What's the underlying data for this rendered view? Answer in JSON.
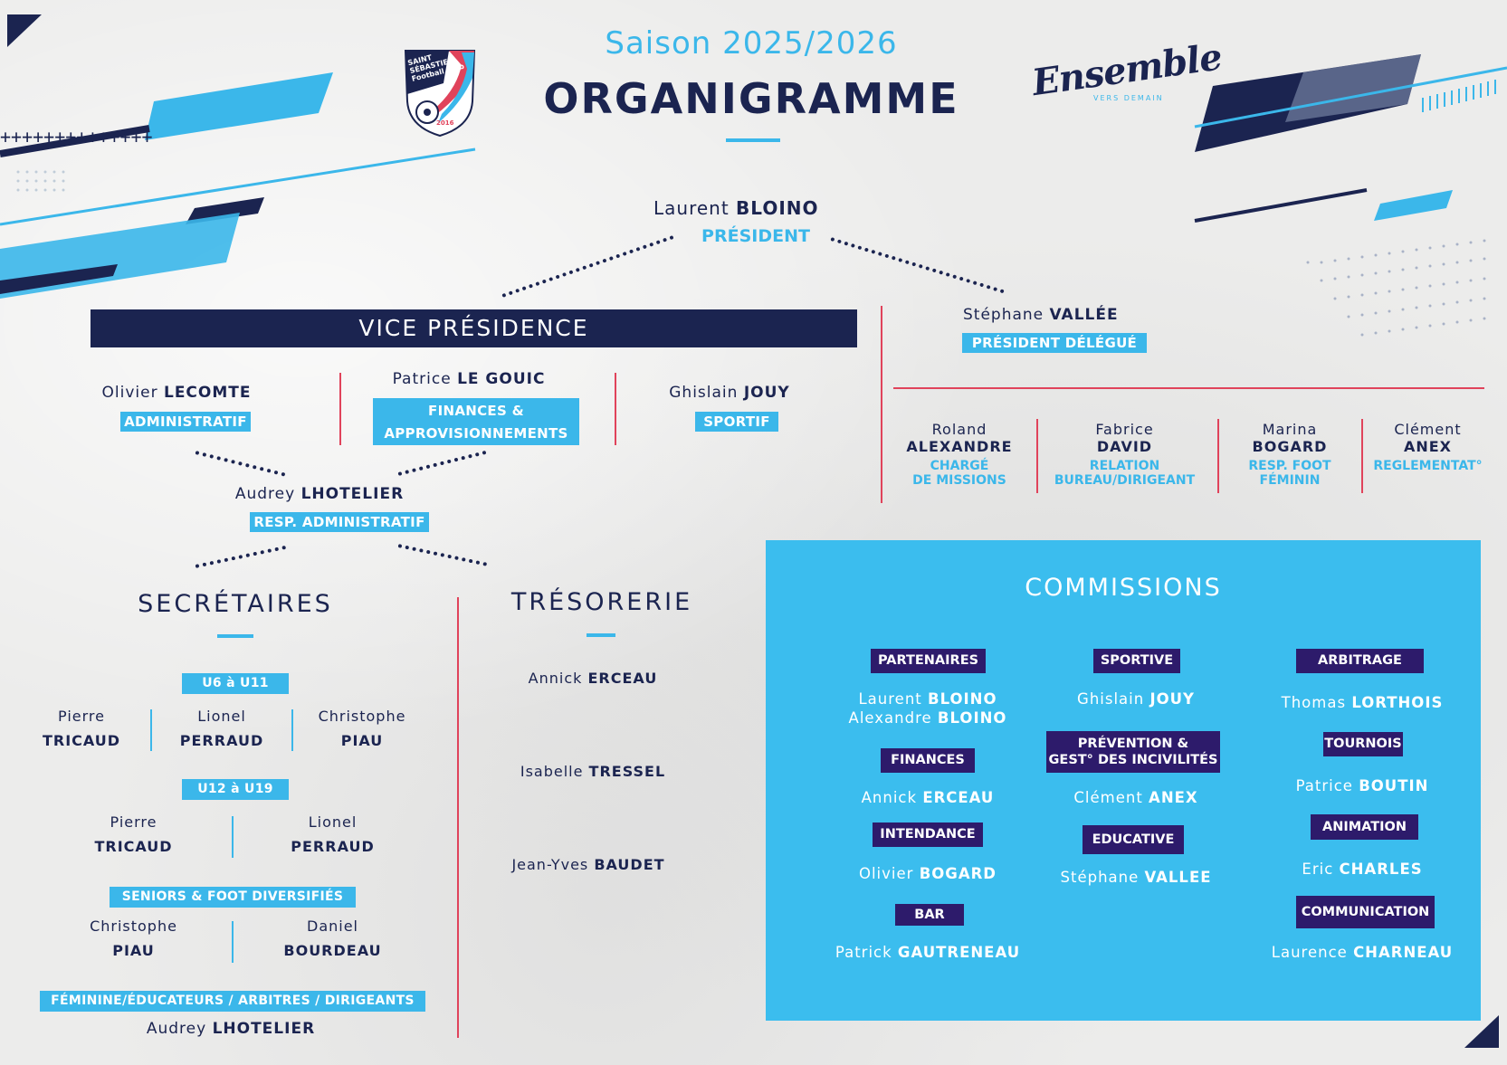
{
  "header": {
    "season": "Saison 2025/2026",
    "title": "ORGANIGRAMME",
    "club_logo_text": [
      "SAINT",
      "SÉBASTIEN",
      "Football Club"
    ],
    "club_logo_year": "2016",
    "ensemble_logo": "Ensemble",
    "ensemble_sub": "VERS DEMAIN"
  },
  "president": {
    "first": "Laurent",
    "last": "BLOINO",
    "role": "PRÉSIDENT"
  },
  "vice_presidence": {
    "title": "VICE PRÉSIDENCE",
    "members": [
      {
        "first": "Olivier",
        "last": "LECOMTE",
        "role": "ADMINISTRATIF"
      },
      {
        "first": "Patrice",
        "last": "LE GOUIC",
        "role_line1": "FINANCES &",
        "role_line2": "APPROVISIONNEMENTS"
      },
      {
        "first": "Ghislain",
        "last": "JOUY",
        "role": "SPORTIF"
      }
    ]
  },
  "resp_admin": {
    "first": "Audrey",
    "last": "LHOTELIER",
    "role": "RESP. ADMINISTRATIF"
  },
  "president_delegue": {
    "first": "Stéphane",
    "last": "VALLÉE",
    "role": "PRÉSIDENT DÉLÉGUÉ"
  },
  "delegates": [
    {
      "first": "Roland",
      "last": "ALEXANDRE",
      "role_line1": "CHARGÉ",
      "role_line2": "DE MISSIONS"
    },
    {
      "first": "Fabrice",
      "last": "DAVID",
      "role_line1": "RELATION",
      "role_line2": "BUREAU/DIRIGEANT"
    },
    {
      "first": "Marina",
      "last": "BOGARD",
      "role_line1": "RESP. FOOT",
      "role_line2": "FÉMININ"
    },
    {
      "first": "Clément",
      "last": "ANEX",
      "role_line1": "REGLEMENTAT°",
      "role_line2": ""
    }
  ],
  "secretaires": {
    "title": "SECRÉTAIRES",
    "groups": [
      {
        "label": "U6 à U11",
        "people": [
          {
            "first": "Pierre",
            "last": "TRICAUD"
          },
          {
            "first": "Lionel",
            "last": "PERRAUD"
          },
          {
            "first": "Christophe",
            "last": "PIAU"
          }
        ]
      },
      {
        "label": "U12 à U19",
        "people": [
          {
            "first": "Pierre",
            "last": "TRICAUD"
          },
          {
            "first": "Lionel",
            "last": "PERRAUD"
          }
        ]
      },
      {
        "label": "SENIORS & FOOT DIVERSIFIÉS",
        "people": [
          {
            "first": "Christophe",
            "last": "PIAU"
          },
          {
            "first": "Daniel",
            "last": "BOURDEAU"
          }
        ]
      },
      {
        "label": "FÉMININE/ÉDUCATEURS / ARBITRES / DIRIGEANTS",
        "people": [
          {
            "first": "Audrey",
            "last": "LHOTELIER"
          }
        ]
      }
    ]
  },
  "tresorerie": {
    "title": "TRÉSORERIE",
    "people": [
      {
        "first": "Annick",
        "last": "ERCEAU"
      },
      {
        "first": "Isabelle",
        "last": "TRESSEL"
      },
      {
        "first": "Jean-Yves",
        "last": "BAUDET"
      }
    ]
  },
  "commissions": {
    "title": "COMMISSIONS",
    "items": [
      {
        "label": "PARTENAIRES",
        "names": [
          {
            "first": "Laurent",
            "last": "BLOINO"
          },
          {
            "first": "Alexandre",
            "last": "BLOINO"
          }
        ]
      },
      {
        "label": "FINANCES",
        "names": [
          {
            "first": "Annick",
            "last": "ERCEAU"
          }
        ]
      },
      {
        "label": "INTENDANCE",
        "names": [
          {
            "first": "Olivier",
            "last": "BOGARD"
          }
        ]
      },
      {
        "label": "BAR",
        "names": [
          {
            "first": "Patrick",
            "last": "GAUTRENEAU"
          }
        ]
      },
      {
        "label": "SPORTIVE",
        "names": [
          {
            "first": "Ghislain",
            "last": "JOUY"
          }
        ]
      },
      {
        "label_line1": "PRÉVENTION &",
        "label_line2": "GEST° DES INCIVILITÉS",
        "names": [
          {
            "first": "Clément",
            "last": "ANEX"
          }
        ]
      },
      {
        "label": "EDUCATIVE",
        "names": [
          {
            "first": "Stéphane",
            "last": "VALLEE"
          }
        ]
      },
      {
        "label": "ARBITRAGE",
        "names": [
          {
            "first": "Thomas",
            "last": "LORTHOIS"
          }
        ]
      },
      {
        "label": "TOURNOIS",
        "names": [
          {
            "first": "Patrice",
            "last": "BOUTIN"
          }
        ]
      },
      {
        "label": "ANIMATION",
        "names": [
          {
            "first": "Eric",
            "last": "CHARLES"
          }
        ]
      },
      {
        "label": "COMMUNICATION",
        "names": [
          {
            "first": "Laurence",
            "last": "CHARNEAU"
          }
        ]
      }
    ]
  },
  "colors": {
    "navy": "#1b2450",
    "accent": "#3bb7ea",
    "red": "#e0435b",
    "purple": "#2d1b6b"
  }
}
